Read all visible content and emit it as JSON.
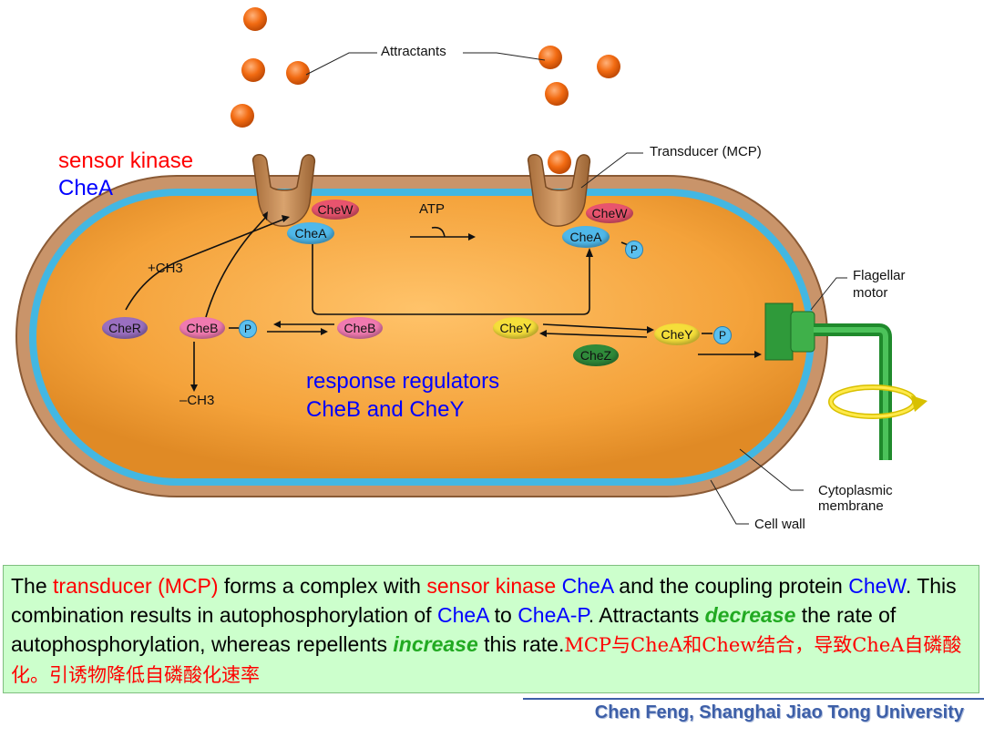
{
  "labels": {
    "attractants": "Attractants",
    "transducer": "Transducer (MCP)",
    "flagellar": "Flagellar",
    "motor": "motor",
    "cytoplasmic": "Cytoplasmic",
    "membrane": "membrane",
    "cell_wall": "Cell wall",
    "atp": "ATP",
    "plus_ch3": "+CH3",
    "minus_ch3": "–CH3"
  },
  "proteins": {
    "chew": "CheW",
    "chea": "CheA",
    "cher": "CheR",
    "cheb": "CheB",
    "chey": "CheY",
    "chez": "CheZ",
    "p": "P"
  },
  "annotations": {
    "sensor_kinase": "sensor kinase",
    "chea": "CheA",
    "response_regulators": "response regulators",
    "cheb_and_chey": "CheB and CheY"
  },
  "caption": {
    "p1": "The ",
    "transducer": "transducer (MCP)",
    "p2": " forms a complex with ",
    "sensor_kinase": "sensor kinase",
    "p3": " ",
    "chea1": "CheA",
    "p4": " and the coupling protein ",
    "chew": "CheW",
    "p5": ". This combination results in autophosphorylation of ",
    "chea2": "CheA",
    "p6": " to ",
    "cheap": "CheA-P",
    "p7": ". Attractants ",
    "decrease": "decrease",
    "p8": " the rate of autophosphorylation, whereas repellents ",
    "increase": "increase",
    "p9": " this rate.",
    "zh": "MCP与CheA和Chew结合，导致CheA自磷酸化。引诱物降低自磷酸化速率"
  },
  "footer": "Chen Feng, Shanghai Jiao Tong University",
  "colors": {
    "cytoplasm": "#f5a640",
    "membrane": "#3fb3de",
    "cell_wall": "#c9946a",
    "attractant": "#f06a10",
    "motor": "#2f9a3a",
    "caption_bg": "#ccffcc"
  }
}
